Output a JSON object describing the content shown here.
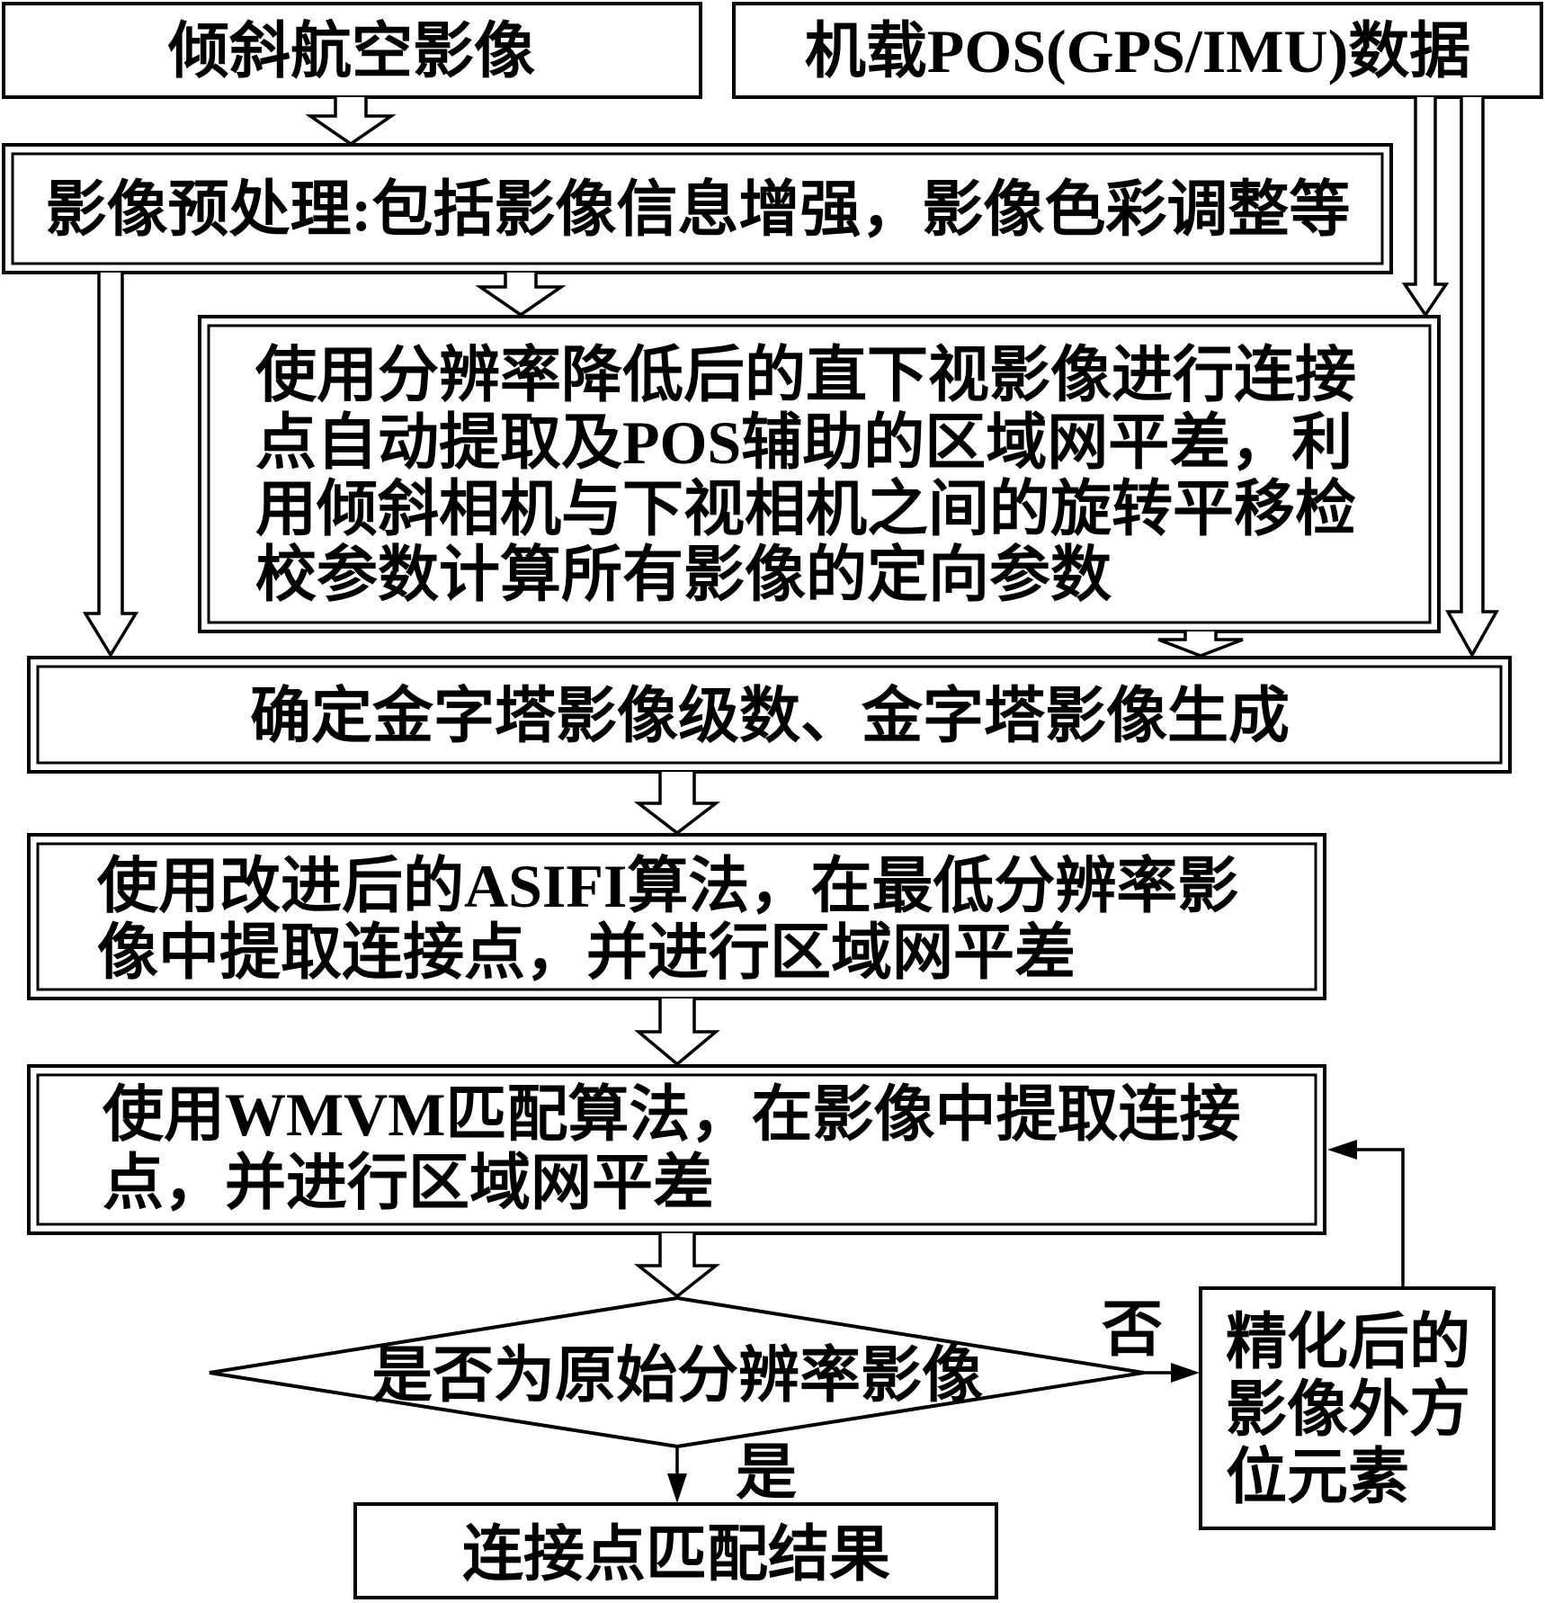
{
  "inputs": {
    "oblique_images": "倾斜航空影像",
    "pos_data": "机载POS(GPS/IMU)数据"
  },
  "steps": {
    "preprocess": "影像预处理:包括影像信息增强，影像色彩调整等",
    "nadir_adjustment": [
      "使用分辨率降低后的直下视影像进行连接",
      "点自动提取及POS辅助的区域网平差，利",
      "用倾斜相机与下视相机之间的旋转平移检",
      "校参数计算所有影像的定向参数"
    ],
    "pyramid": "确定金字塔影像级数、金字塔影像生成",
    "asifi_matching": [
      "使用改进后的ASIFI算法，在最低分辨率影",
      "像中提取连接点，并进行区域网平差"
    ],
    "wmvm_matching": [
      "使用WMVM匹配算法，在影像中提取连接",
      "点，并进行区域网平差"
    ]
  },
  "decision": {
    "question": "是否为原始分辨率影像",
    "no_label": "否",
    "yes_label": "是"
  },
  "refined_orientation": [
    "精化后的",
    "影像外方",
    "位元素"
  ],
  "result": "连接点匹配结果",
  "colors": {
    "ink": "#000000",
    "paper": "#ffffff"
  }
}
